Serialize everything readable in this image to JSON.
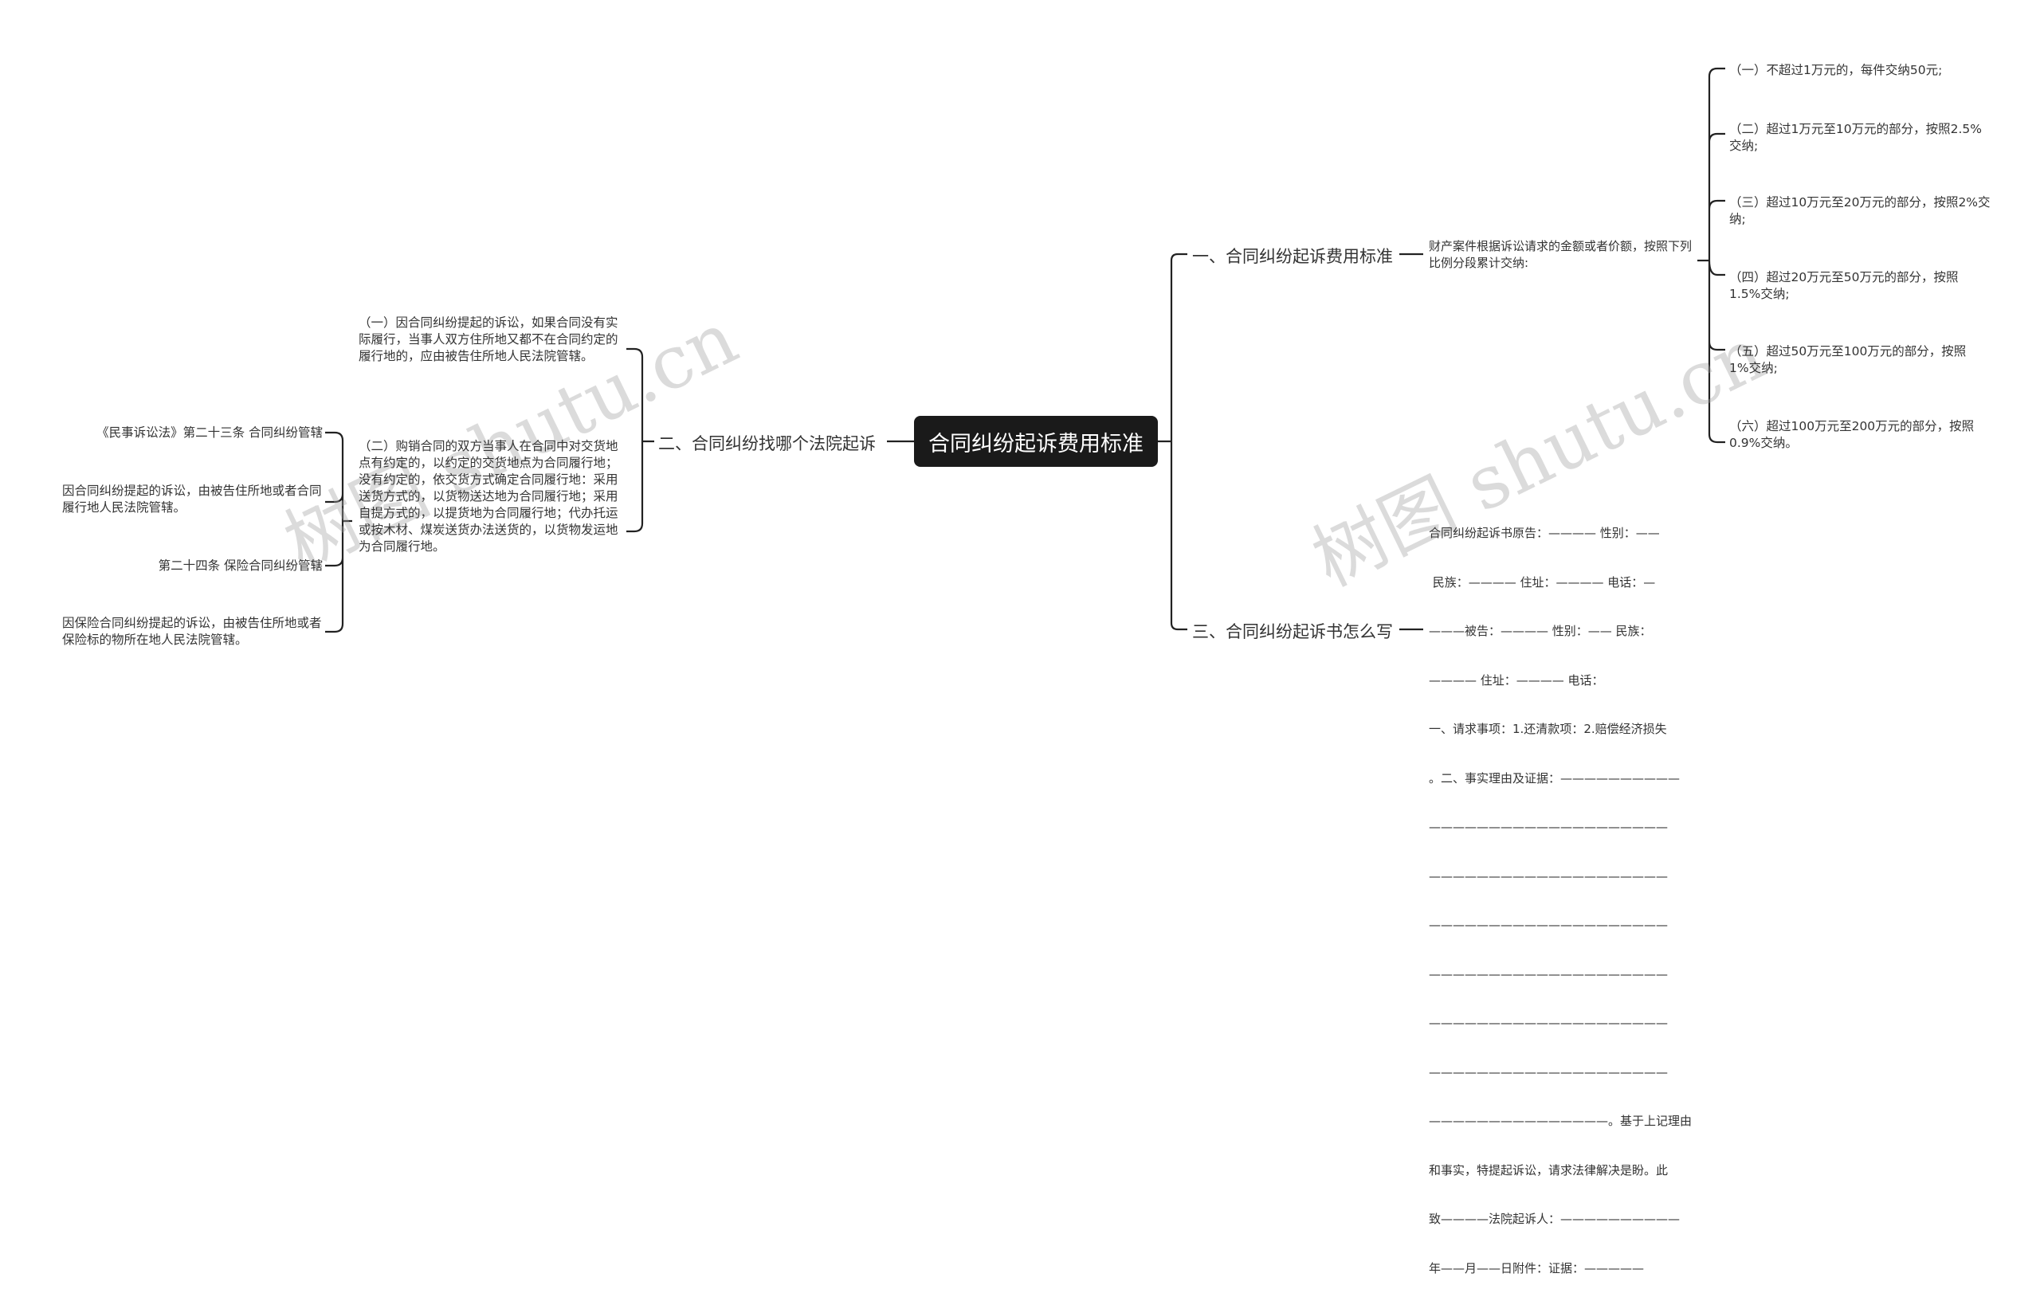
{
  "root": {
    "title": "合同纠纷起诉费用标准"
  },
  "branches": {
    "b1": {
      "label": "一、合同纠纷起诉费用标准",
      "intro": "财产案件根据诉讼请求的金额或者价额，按照下列比例分段累计交纳:",
      "items": [
        "（一）不超过1万元的，每件交纳50元;",
        "（二）超过1万元至10万元的部分，按照2.5%交纳;",
        "（三）超过10万元至20万元的部分，按照2%交纳;",
        "（四）超过20万元至50万元的部分，按照1.5%交纳;",
        "（五）超过50万元至100万元的部分，按照1%交纳;",
        "（六）超过100万元至200万元的部分，按照0.9%交纳。"
      ]
    },
    "b2": {
      "label": "二、合同纠纷找哪个法院起诉",
      "item1": "（一）因合同纠纷提起的诉讼，如果合同没有实际履行，当事人双方住所地又都不在合同约定的履行地的，应由被告住所地人民法院管辖。",
      "item2": "（二）购销合同的双方当事人在合同中对交货地点有约定的，以约定的交货地点为合同履行地；没有约定的，依交货方式确定合同履行地：采用送货方式的，以货物送达地为合同履行地；采用自提方式的，以提货地为合同履行地；代办托运或按木材、煤炭送货办法送货的，以货物发运地为合同履行地。",
      "sub": [
        "《民事诉讼法》第二十三条 合同纠纷管辖",
        "因合同纠纷提起的诉讼，由被告住所地或者合同履行地人民法院管辖。",
        "第二十四条 保险合同纠纷管辖",
        "因保险合同纠纷提起的诉讼，由被告住所地或者保险标的物所在地人民法院管辖。"
      ]
    },
    "b3": {
      "label": "三、合同纠纷起诉书怎么写",
      "template_lines": [
        "合同纠纷起诉书原告：———— 性别：——",
        " 民族：———— 住址：———— 电话：—",
        "———被告：———— 性别：—— 民族：",
        "———— 住址：———— 电话：",
        "一、请求事项：1.还清款项：2.赔偿经济损失",
        "。二、事实理由及证据：——————————",
        "————————————————————",
        "————————————————————",
        "————————————————————",
        "————————————————————",
        "————————————————————",
        "————————————————————",
        "———————————————。基于上记理由",
        "和事实，特提起诉讼，请求法律解决是盼。此",
        "致————法院起诉人：——————————",
        "年——月——日附件：证据：—————"
      ]
    }
  },
  "watermarks": [
    "树图 shutu.cn",
    "树图 shutu.cn"
  ]
}
